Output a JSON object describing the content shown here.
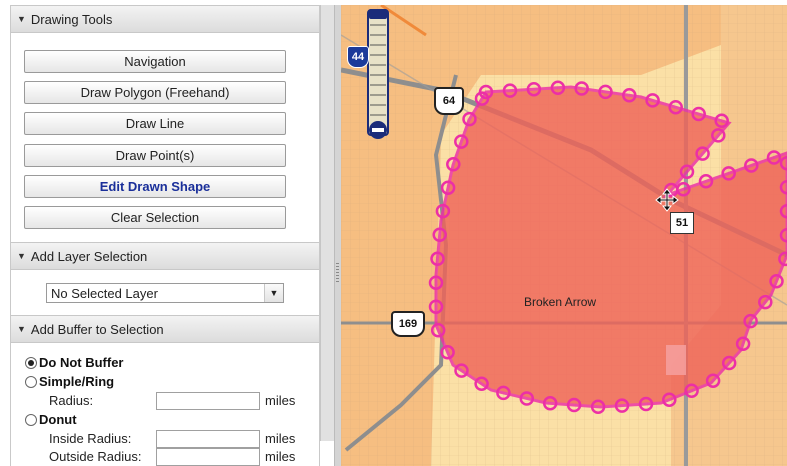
{
  "panel": {
    "drawing_tools": {
      "title": "Drawing Tools",
      "buttons": [
        {
          "label": "Navigation"
        },
        {
          "label": "Draw Polygon (Freehand)"
        },
        {
          "label": "Draw Line"
        },
        {
          "label": "Draw Point(s)"
        },
        {
          "label": "Edit Drawn Shape"
        },
        {
          "label": "Clear Selection"
        }
      ]
    },
    "add_layer_selection": {
      "title": "Add Layer Selection",
      "selected_value": "No Selected Layer"
    },
    "add_buffer": {
      "title": "Add Buffer to Selection",
      "options": [
        {
          "label": "Do Not Buffer",
          "selected": true
        },
        {
          "label": "Simple/Ring",
          "selected": false
        },
        {
          "label": "Donut",
          "selected": false
        }
      ],
      "radius_label": "Radius:",
      "inside_radius_label": "Inside Radius:",
      "outside_radius_label": "Outside Radius:",
      "unit": "miles"
    }
  },
  "map": {
    "city_label": "Broken Arrow",
    "shields": {
      "us64": "64",
      "us169": "169",
      "hwy51": "51",
      "i44": "44"
    },
    "colors": {
      "urban": "#fbe0a6",
      "suburban": "#f4b77a",
      "selection_fill": "#ef6459",
      "vertex": "#ec2fa6",
      "road": "#8e8e8e"
    }
  }
}
